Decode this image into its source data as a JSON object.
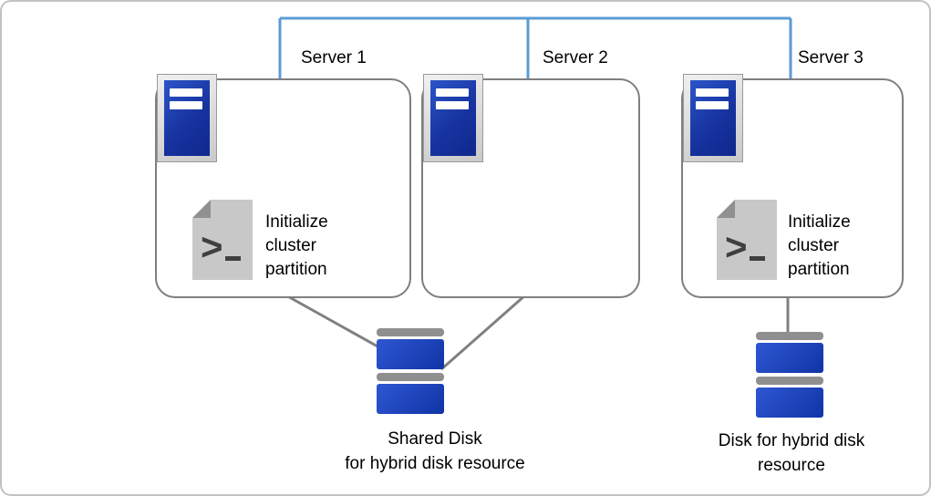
{
  "diagram": {
    "servers": [
      {
        "label": "Server 1"
      },
      {
        "label": "Server 2"
      },
      {
        "label": "Server 3"
      }
    ],
    "script_label": "Initialize cluster partition",
    "shared_disk": {
      "line1": "Shared Disk",
      "line2": "for hybrid disk resource"
    },
    "hybrid_disk": {
      "line1": "Disk for hybrid disk",
      "line2": "resource"
    }
  },
  "colors": {
    "connector_blue": "#5B9BD5",
    "connector_gray": "#808080",
    "box_border_gray": "#7F7F7F",
    "server_icon_blue": "#17339F",
    "disk_blue": "#1034A6",
    "disk_cap_gray": "#8F8F8F",
    "script_icon_gray": "#C8C8C8"
  }
}
